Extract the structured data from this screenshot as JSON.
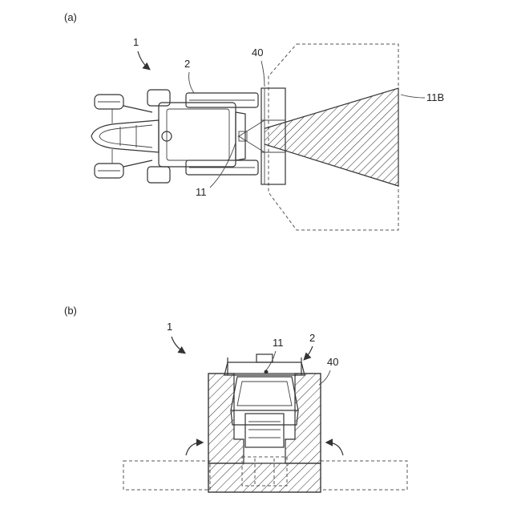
{
  "figure_a": {
    "caption": "(a)",
    "label_vehicle": "1",
    "label_body": "2",
    "label_attachment": "40",
    "label_sensor": "11",
    "label_sensor_range": "11B"
  },
  "figure_b": {
    "caption": "(b)",
    "label_vehicle": "1",
    "label_sensor": "11",
    "label_body": "2",
    "label_attachment": "40"
  }
}
